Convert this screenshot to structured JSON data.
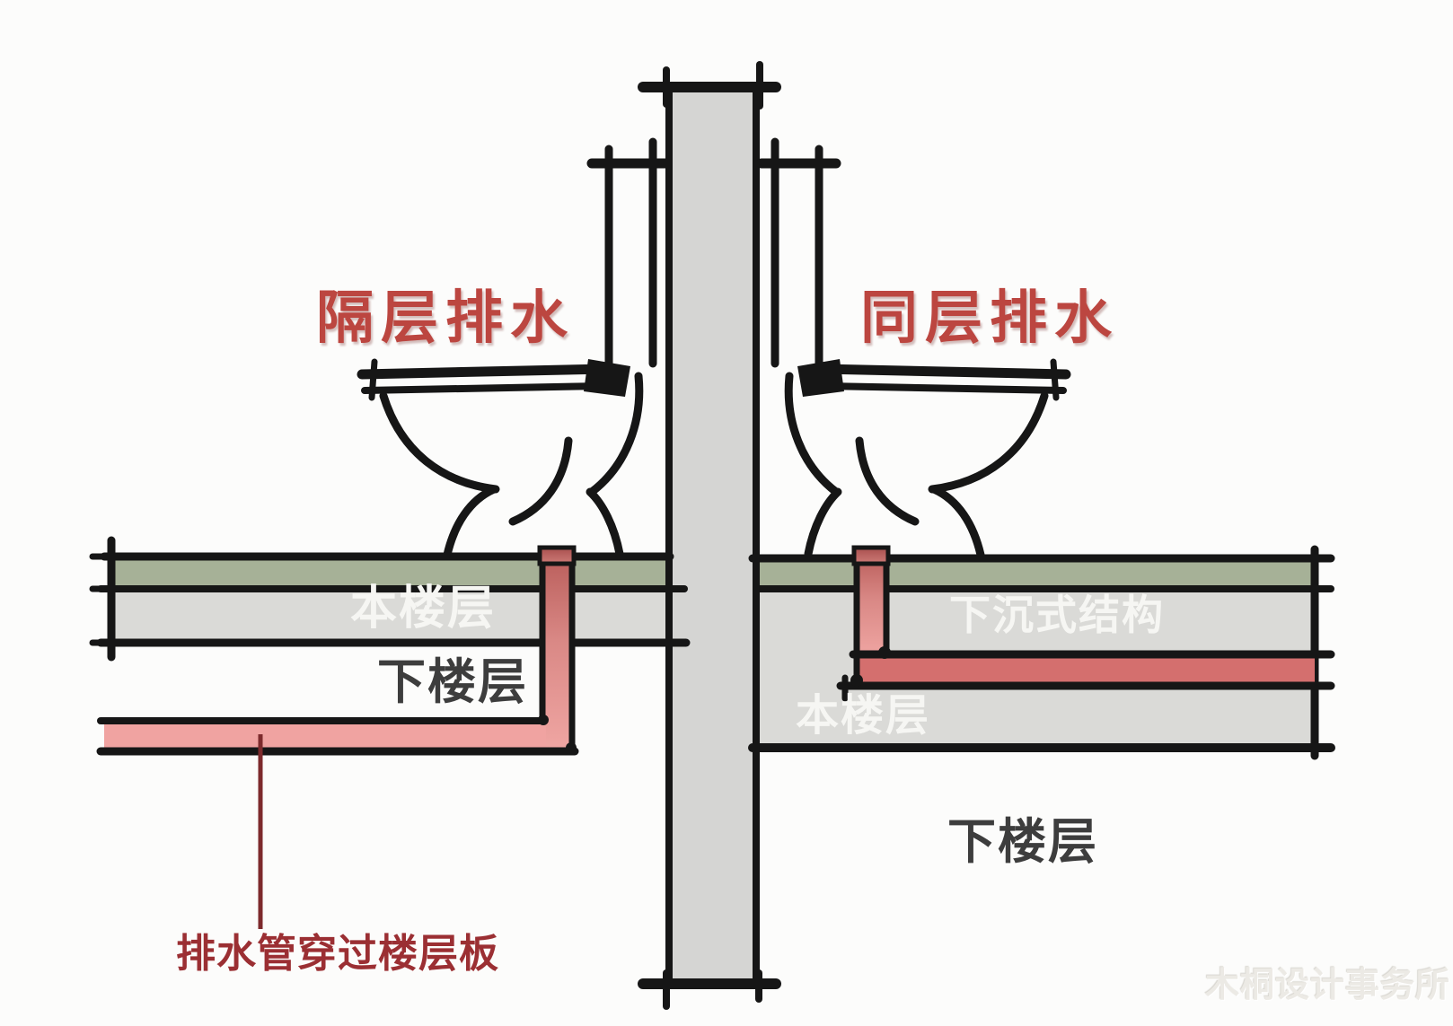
{
  "titles": {
    "left": "隔层排水",
    "right": "同层排水"
  },
  "labels": {
    "left_current_floor": "本楼层",
    "left_lower_floor": "下楼层",
    "right_sunken_structure": "下沉式结构",
    "right_current_floor": "本楼层",
    "right_lower_floor": "下楼层"
  },
  "annotation": {
    "text": "排水管穿过楼层板"
  },
  "watermark": {
    "text": "木桐设计事务所"
  },
  "colors": {
    "background": "#fcfcfb",
    "title_red": "#bc4640",
    "annotation_red": "#9b2f33",
    "leader_line_red": "#7d2a2c",
    "floor_green": "#a6b197",
    "slab_gray": "#dadad7",
    "stack_pipe_gray": "#d5d5d3",
    "drain_pink_light": "#f0a3a1",
    "drain_pink_dark": "#d46f6e",
    "outline_black": "#161616",
    "label_white": "#f6f6f3",
    "dark_text": "#3d3d3d",
    "watermark_gray": "#eceae5"
  }
}
